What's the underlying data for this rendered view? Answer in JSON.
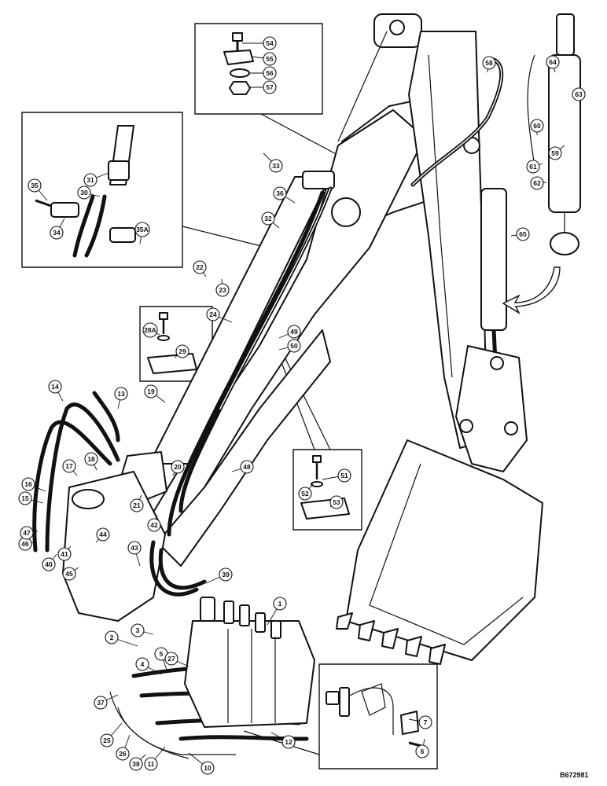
{
  "diagram": {
    "reference_code": "B672981",
    "callouts": [
      "1",
      "2",
      "3",
      "4",
      "5",
      "6",
      "7",
      "10",
      "11",
      "12",
      "13",
      "14",
      "15",
      "16",
      "17",
      "18",
      "19",
      "20",
      "21",
      "22",
      "23",
      "24",
      "25",
      "26",
      "27",
      "28A",
      "29",
      "30",
      "31",
      "32",
      "33",
      "34",
      "35",
      "35A",
      "36",
      "37",
      "38",
      "39",
      "40",
      "41",
      "42",
      "43",
      "44",
      "45",
      "46",
      "47",
      "48",
      "49",
      "50",
      "51",
      "52",
      "53",
      "54",
      "55",
      "56",
      "57",
      "58",
      "59",
      "60",
      "61",
      "62",
      "63",
      "64",
      "65"
    ],
    "colors": {
      "ink": "#111111",
      "paper": "#ffffff"
    }
  }
}
